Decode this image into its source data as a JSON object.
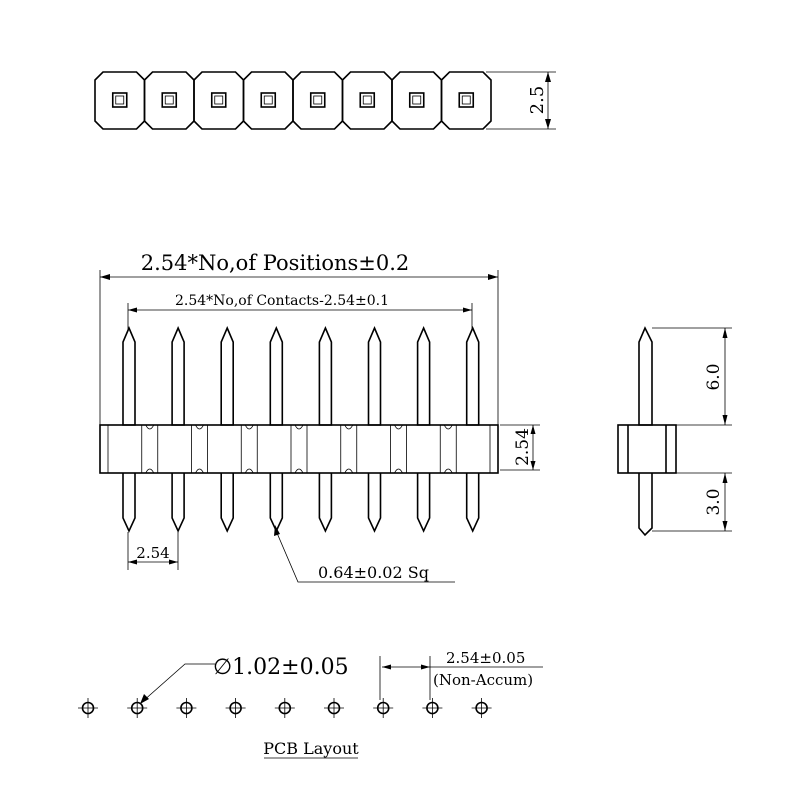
{
  "top_view": {
    "pin_count": 8,
    "height_dim": "2.5"
  },
  "front_view": {
    "overall_dim": "2.54*No,of Positions±0.2",
    "contacts_dim": "2.54*No,of Contacts-2.54±0.1",
    "body_height_dim": "2.54",
    "pitch_dim": "2.54",
    "pin_size_dim": "0.64±0.02 Sq"
  },
  "side_view": {
    "upper_pin_dim": "6.0",
    "lower_pin_dim": "3.0"
  },
  "pcb_layout": {
    "hole_count": 9,
    "hole_dim": "∅1.02±0.05",
    "pitch_dim": "2.54±0.05",
    "pitch_note": "(Non-Accum)",
    "caption": "PCB Layout"
  }
}
